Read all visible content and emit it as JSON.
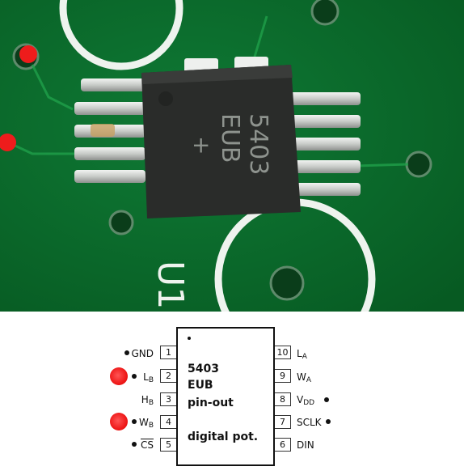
{
  "ic": {
    "lines": [
      "5403",
      "EUB",
      "pin-out",
      "",
      "digital pot."
    ]
  },
  "pins_left": [
    {
      "num": "1",
      "name": "GND",
      "sub": "",
      "bullet": true,
      "red_mark": false,
      "overline": false
    },
    {
      "num": "2",
      "name": "L",
      "sub": "B",
      "bullet": true,
      "red_mark": true,
      "overline": false
    },
    {
      "num": "3",
      "name": "H",
      "sub": "B",
      "bullet": false,
      "red_mark": false,
      "overline": false
    },
    {
      "num": "4",
      "name": "W",
      "sub": "B",
      "bullet": true,
      "red_mark": true,
      "overline": false
    },
    {
      "num": "5",
      "name": "CS",
      "sub": "",
      "bullet": true,
      "red_mark": false,
      "overline": true
    }
  ],
  "pins_right": [
    {
      "num": "10",
      "name": "L",
      "sub": "A",
      "bullet": false
    },
    {
      "num": "9",
      "name": "W",
      "sub": "A",
      "bullet": false
    },
    {
      "num": "8",
      "name": "V",
      "sub": "DD",
      "bullet": true
    },
    {
      "num": "7",
      "name": "SCLK",
      "sub": "",
      "bullet": true
    },
    {
      "num": "6",
      "name": "DIN",
      "sub": "",
      "bullet": false
    }
  ],
  "photo": {
    "chip_marking": [
      "5403",
      "EUB",
      "+"
    ],
    "silkscreen": "U1",
    "colors": {
      "board": "#0d6b2e",
      "board_dark": "#08501f",
      "chip": "#2a2c2a",
      "pad": "#e8ebe8",
      "red_mark": "#ee1c1c"
    }
  }
}
